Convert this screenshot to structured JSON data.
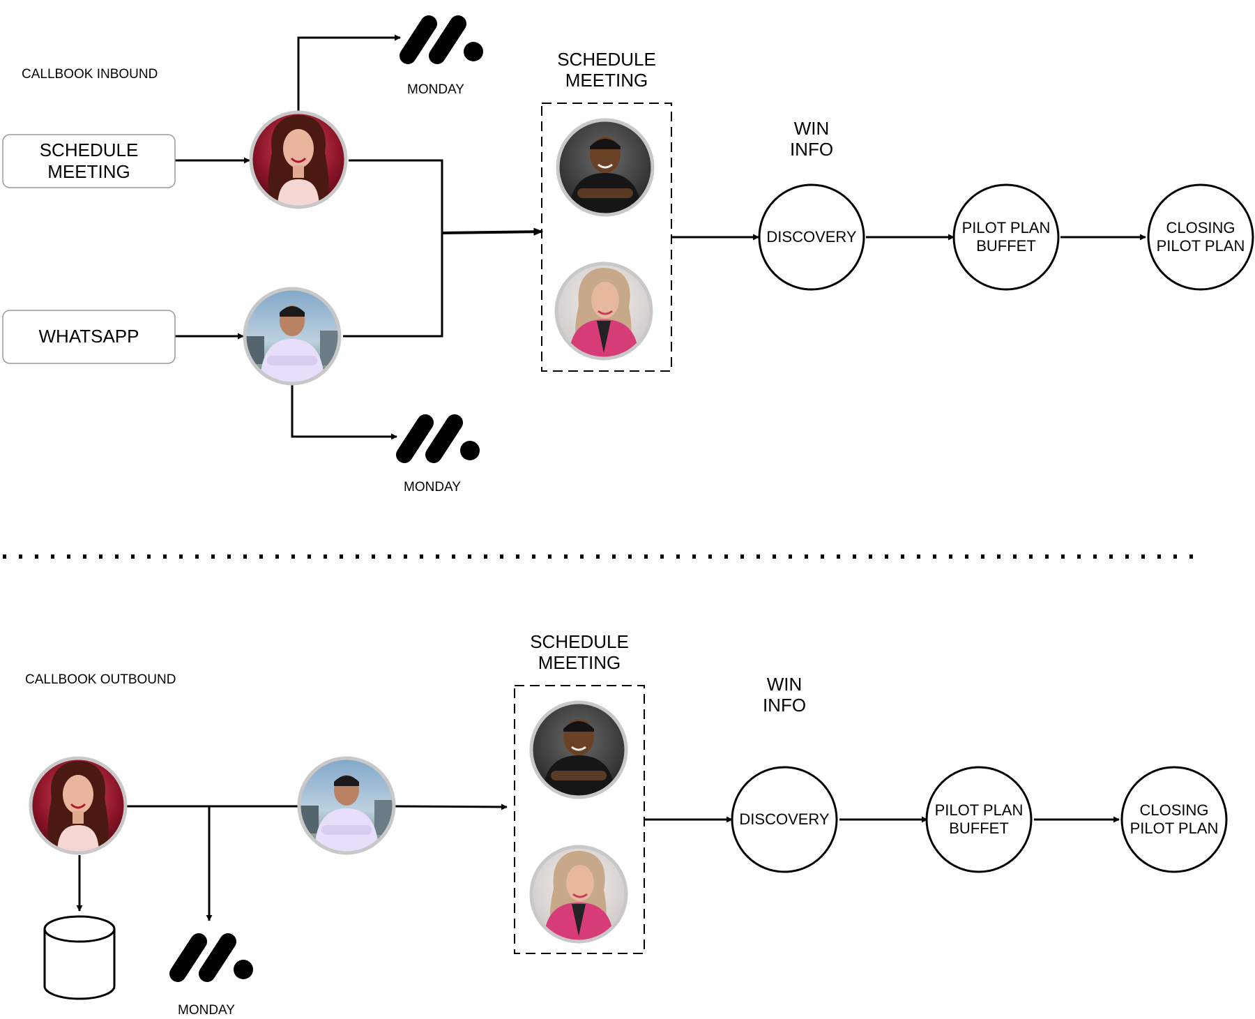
{
  "inbound": {
    "section_title": "CALLBOOK INBOUND",
    "source_schedule": "SCHEDULE\nMEETING",
    "source_whatsapp": "WHATSAPP",
    "monday_top": "MONDAY",
    "monday_bottom": "MONDAY",
    "schedule_meeting": "SCHEDULE\nMEETING",
    "win_info": "WIN\nINFO",
    "discovery": "DISCOVERY",
    "pilot_plan_buffet": "PILOT PLAN\nBUFFET",
    "closing_pilot_plan": "CLOSING\nPILOT PLAN"
  },
  "outbound": {
    "section_title": "CALLBOOK OUTBOUND",
    "monday": "MONDAY",
    "schedule_meeting": "SCHEDULE\nMEETING",
    "win_info": "WIN\nINFO",
    "discovery": "DISCOVERY",
    "pilot_plan_buffet": "PILOT PLAN\nBUFFET",
    "closing_pilot_plan": "CLOSING\nPILOT PLAN"
  },
  "icons": {
    "monday": "monday-logo-icon",
    "database": "database-icon",
    "avatar_woman_red": "avatar-woman-red-dress",
    "avatar_man_shirt": "avatar-man-lavender-shirt",
    "avatar_man_dark": "avatar-man-dark-shirt",
    "avatar_woman_pink": "avatar-woman-pink-blazer"
  },
  "colors": {
    "line": "#000000",
    "avatar_ring": "#c8c8c8",
    "box_border": "#9a9a9a"
  }
}
